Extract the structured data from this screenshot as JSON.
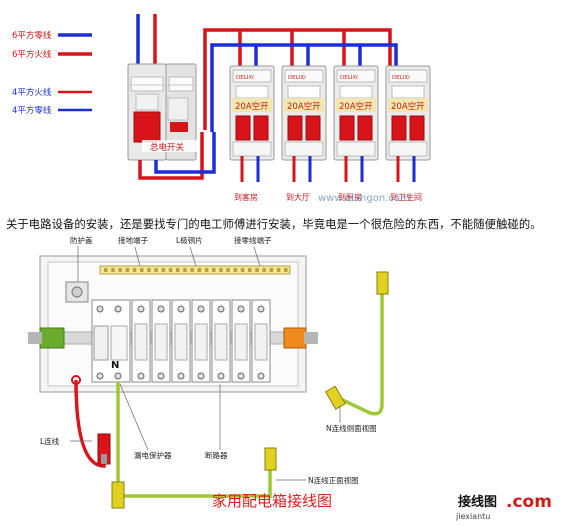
{
  "top_diagram": {
    "legend": [
      {
        "label": "6平方零线",
        "color": "#1a2fd6"
      },
      {
        "label": "6平方火线",
        "color": "#d8141b"
      },
      {
        "label": "4平方火线",
        "color": "#d8141b"
      },
      {
        "label": "4平方零线",
        "color": "#1a2fd6"
      }
    ],
    "main_switch_label": "总电开关",
    "breaker_labels": [
      "20A空开",
      "20A空开",
      "20A空开",
      "20A空开"
    ],
    "breaker_brand": "DELIXI",
    "outputs": [
      "到客房",
      "到大厅",
      "到厨房",
      "到卫生间"
    ],
    "watermark": "www.diangon.com"
  },
  "caption": "关于电路设备的安装，还是要找专门的电工师傅进行安装，毕竟电是一个很危险的东西，不能随便触碰的。",
  "bottom_diagram": {
    "labels": {
      "protective_cover": "防护盖",
      "ground_terminal": "接地端子",
      "l_copper_bar": "L极铜片",
      "neutral_terminal": "接零线端子",
      "n_mark": "N",
      "l_wire": "L连线",
      "leakage_protector": "漏电保护器",
      "breaker": "断路器",
      "n_front_view": "N连线正面视图",
      "n_side_view": "N连线侧面视图"
    },
    "title": "家用配电箱接线图",
    "site_logo": "接线图",
    "site_domain": ".com",
    "site_url": "jiexiantu",
    "colors": {
      "red_wire": "#d9141b",
      "blue_wire": "#1a2fd6",
      "green_yellow": "#9fc934",
      "title_red": "#e01b1b"
    }
  }
}
